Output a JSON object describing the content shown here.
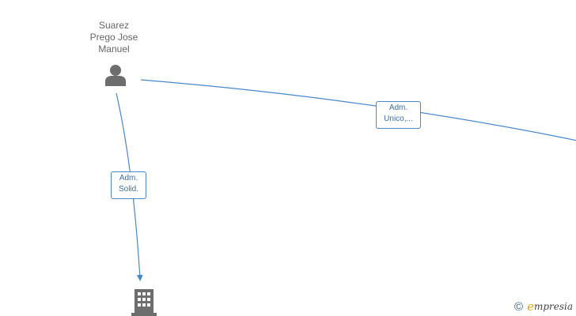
{
  "nodes": {
    "person": {
      "name_lines": [
        "Suarez",
        "Prego Jose",
        "Manuel"
      ],
      "icon": "person-icon"
    },
    "company": {
      "icon": "building-icon"
    }
  },
  "edges": [
    {
      "from": "person",
      "to": "company",
      "label": [
        "Adm.",
        "Solid."
      ]
    },
    {
      "from": "person",
      "to": "offscreen-right",
      "label": [
        "Adm.",
        "Unico,..."
      ]
    }
  ],
  "watermark": {
    "copyright": "©",
    "brand_initial": "e",
    "brand_rest": "mpresia"
  },
  "colors": {
    "edge": "#4a86c8",
    "node_icon": "#6d6d6d",
    "text": "#666666"
  }
}
